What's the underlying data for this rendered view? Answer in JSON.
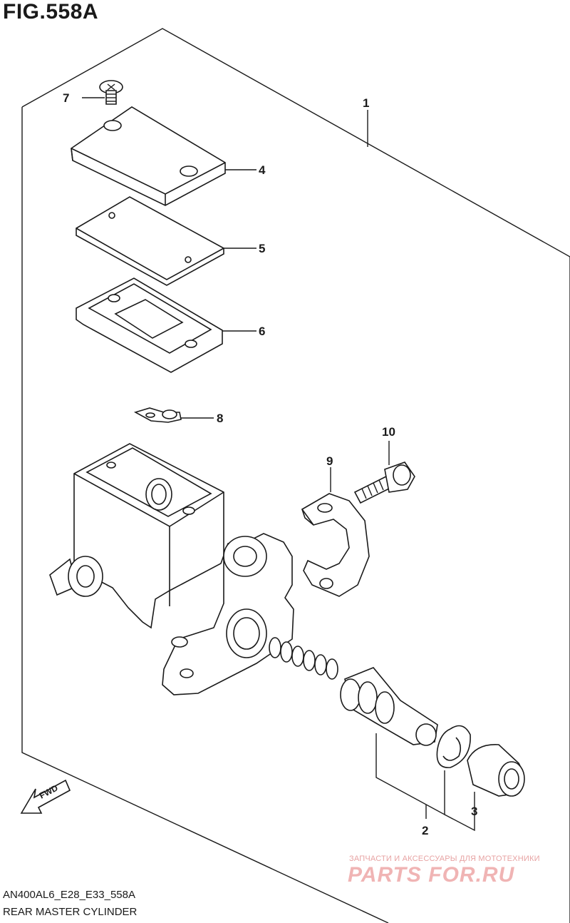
{
  "figure": {
    "title": "FIG.558A",
    "model_code": "AN400AL6_E28_E33_558A",
    "name": "REAR MASTER CYLINDER"
  },
  "callouts": {
    "c1": "1",
    "c2": "2",
    "c3": "3",
    "c4": "4",
    "c5": "5",
    "c6": "6",
    "c7": "7",
    "c8": "8",
    "c9": "9",
    "c10": "10"
  },
  "fwd_label": "FWD",
  "watermark": {
    "line1": "ЗАПЧАСТИ И АКСЕССУАРЫ ДЛЯ МОТОТЕХНИКИ",
    "line2": "PARTS FOR.RU"
  }
}
